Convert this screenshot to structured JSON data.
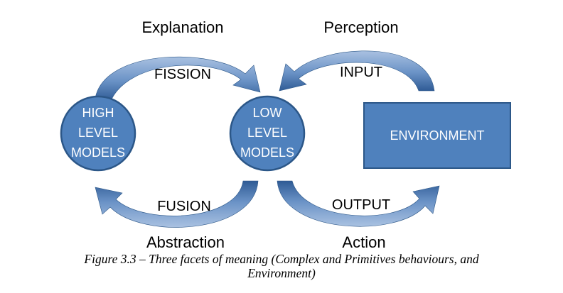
{
  "colors": {
    "node_fill": "#4f81bd",
    "node_stroke": "#2c5788",
    "arrow_light": "#a9c1e1",
    "arrow_mid": "#6a92c6",
    "arrow_dark": "#2f5b95",
    "node_text": "#ffffff",
    "label_text": "#000000"
  },
  "nodes": {
    "high_level": {
      "line1": "HIGH",
      "line2": "LEVEL",
      "line3": "MODELS"
    },
    "low_level": {
      "line1": "LOW",
      "line2": "LEVEL",
      "line3": "MODELS"
    },
    "environment": {
      "label": "ENVIRONMENT"
    }
  },
  "arrows": {
    "fission": {
      "inner_label": "FISSION",
      "outer_label": "Explanation"
    },
    "input": {
      "inner_label": "INPUT",
      "outer_label": "Perception"
    },
    "fusion": {
      "inner_label": "FUSION",
      "outer_label": "Abstraction"
    },
    "output": {
      "inner_label": "OUTPUT",
      "outer_label": "Action"
    }
  },
  "caption": {
    "line1": "Figure 3.3 – Three facets of meaning (Complex and Primitives behaviours, and",
    "line2": "Environment)"
  }
}
